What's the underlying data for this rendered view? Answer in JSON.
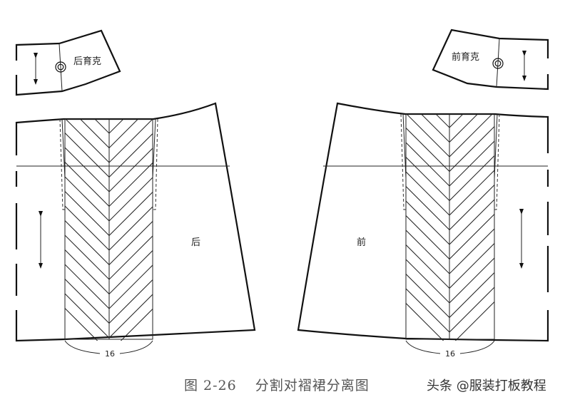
{
  "pieces": {
    "back_yoke": {
      "label": "后育克"
    },
    "front_yoke": {
      "label": "前育克"
    },
    "back_skirt": {
      "label": "后",
      "panel_width_label": "16"
    },
    "front_skirt": {
      "label": "前",
      "panel_width_label": "16"
    }
  },
  "caption": {
    "figure_number": "图 2-26",
    "title": "分割对褶裙分离图"
  },
  "watermark": {
    "text": "头条 @服装打板教程"
  },
  "colors": {
    "line": "#111111",
    "background": "#ffffff",
    "caption_text": "#555555"
  }
}
